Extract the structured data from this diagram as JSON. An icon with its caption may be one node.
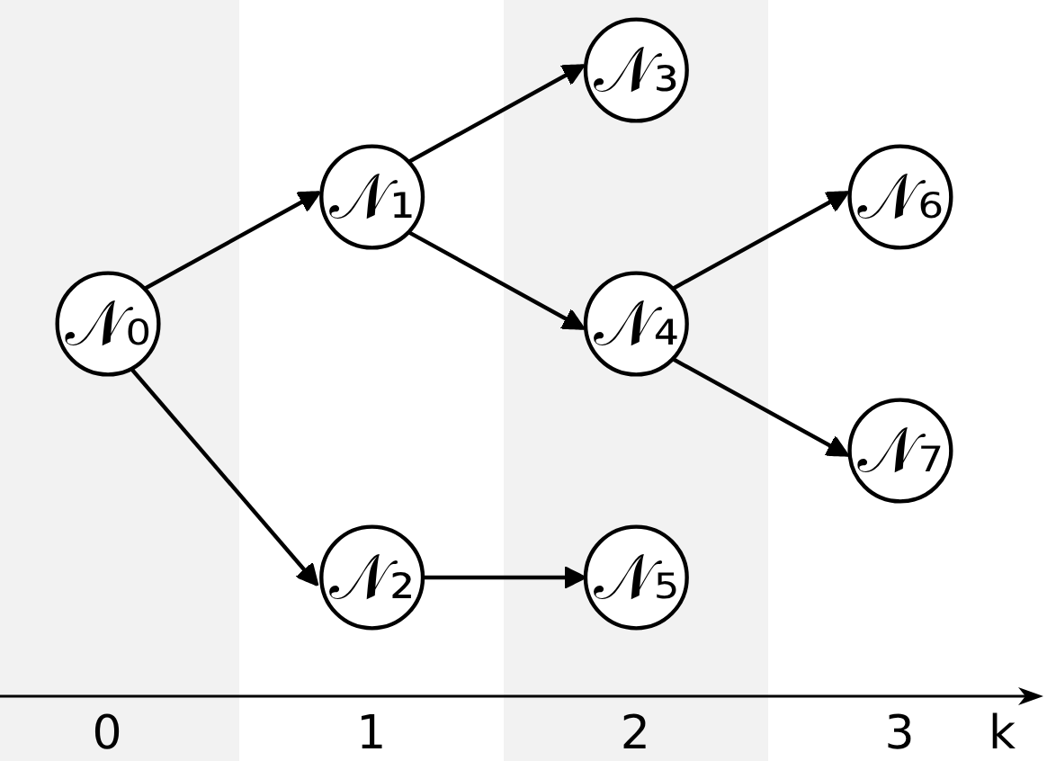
{
  "diagram": {
    "nodes": [
      {
        "text": [
          "𝒩₀"
        ]
      },
      {
        "text": [
          "𝒩₁"
        ]
      },
      {
        "text": [
          "𝒩₂"
        ]
      },
      {
        "text": [
          "𝒩₃"
        ]
      },
      {
        "text": [
          "𝒩₄"
        ]
      },
      {
        "text": [
          "𝒩₅"
        ]
      },
      {
        "text": [
          "𝒩₆"
        ]
      },
      {
        "text": [
          "𝒩₇"
        ]
      }
    ],
    "edges": [
      {
        "from": 0,
        "to": 1,
        "arrow": "to"
      },
      {
        "from": 0,
        "to": 2,
        "arrow": "to"
      },
      {
        "from": 1,
        "to": 3,
        "arrow": "to"
      },
      {
        "from": 1,
        "to": 4,
        "arrow": "to"
      },
      {
        "from": 2,
        "to": 5,
        "arrow": "to"
      },
      {
        "from": 4,
        "to": 6,
        "arrow": "to"
      },
      {
        "from": 4,
        "to": 7,
        "arrow": "to"
      }
    ],
    "labels": [
      "0",
      "1",
      "2",
      "3",
      "k"
    ]
  }
}
